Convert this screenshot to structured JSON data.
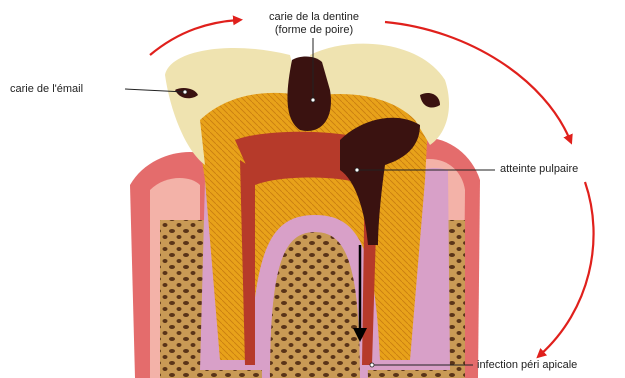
{
  "labels": {
    "enamel_caries": "carie de l'émail",
    "dentin_caries_line1": "carie de la dentine",
    "dentin_caries_line2": "(forme de poire)",
    "pulp_involvement": "atteinte pulpaire",
    "periapical_infection": "infection péri apicale"
  },
  "colors": {
    "arrow_red": "#e0201c",
    "enamel": "#efe3b0",
    "dentin": "#e8a21a",
    "caries": "#3a1210",
    "gum": "#e46c6c",
    "bone": "#c79a56",
    "pulp": "#b63a2a",
    "ligament": "#d8a0c8"
  },
  "icons": {
    "progress_arrow": "curved-red-arrow",
    "direction_arrow": "black-down-arrow"
  }
}
